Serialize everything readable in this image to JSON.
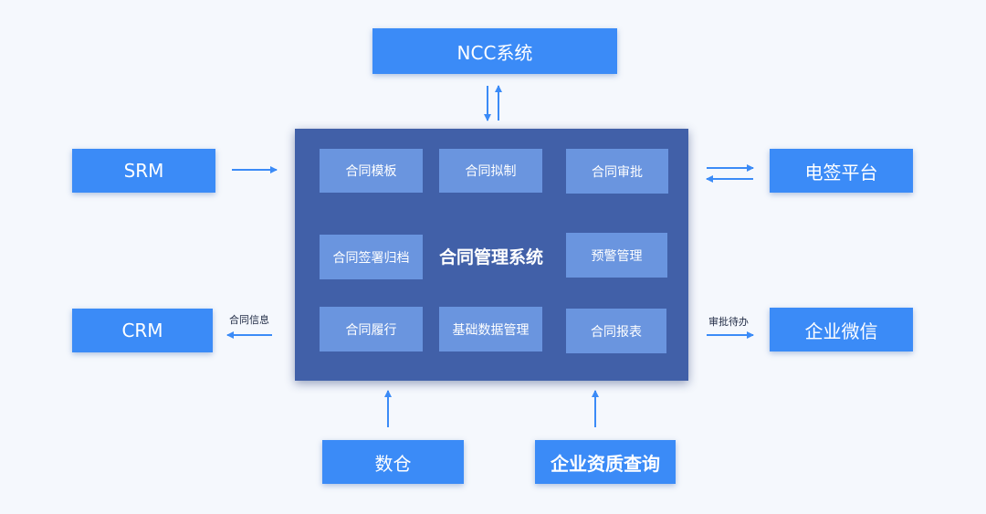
{
  "external": {
    "ncc": "NCC系统",
    "srm": "SRM",
    "crm": "CRM",
    "esign": "电签平台",
    "wecom": "企业微信",
    "warehouse": "数仓",
    "qualification": "企业资质查询"
  },
  "core": {
    "title": "合同管理系统",
    "modules": {
      "template": "合同模板",
      "drafting": "合同拟制",
      "approval": "合同审批",
      "signing": "合同签署归档",
      "warning": "预警管理",
      "performance": "合同履行",
      "master_data": "基础数据管理",
      "report": "合同报表"
    }
  },
  "edge_labels": {
    "crm": "合同信息",
    "wecom": "审批待办"
  },
  "colors": {
    "node": "#3b8bf7",
    "core": "#4160a8",
    "module": "#6a95df",
    "arrow": "#3b8bf7",
    "background": "#f5f8fd"
  }
}
